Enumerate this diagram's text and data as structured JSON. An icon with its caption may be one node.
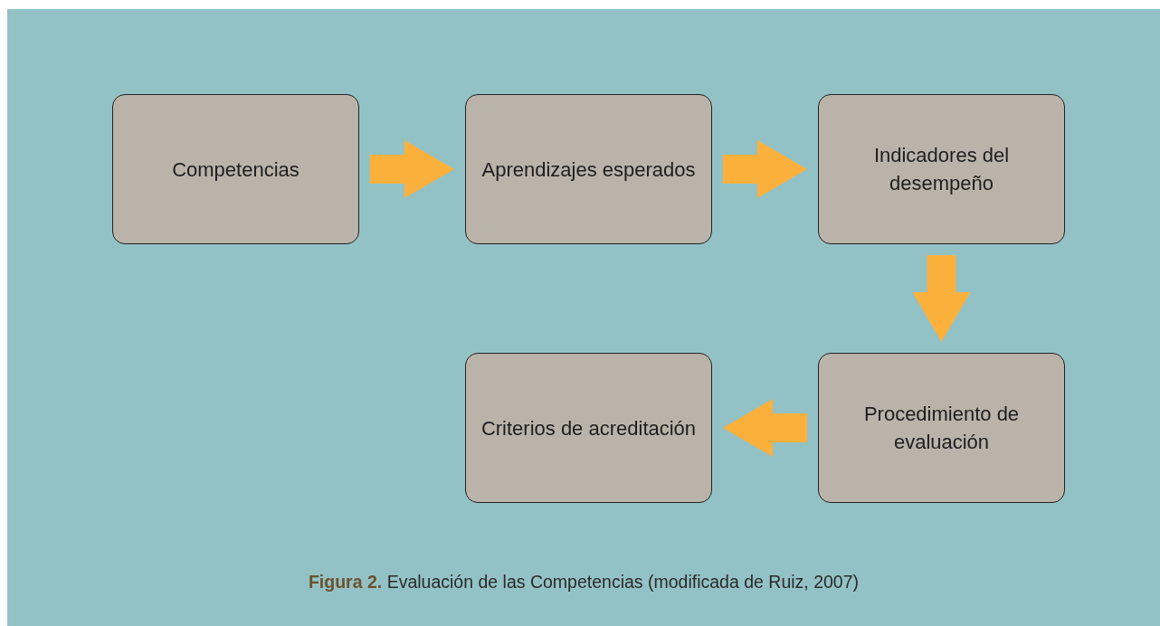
{
  "diagram": {
    "caption": "**Figura 2.** Evaluación de las Competencias (modificada de Ruiz, 2007)",
    "nodes": [
      {
        "text": [
          "Competencias"
        ]
      },
      {
        "text": [
          "Aprendizajes esperados"
        ]
      },
      {
        "text": [
          "Indicadores del desempeño"
        ]
      },
      {
        "text": [
          "Criterios de acreditación"
        ]
      },
      {
        "text": [
          "Procedimiento de evaluación"
        ]
      }
    ],
    "edges": [
      {
        "from": 0,
        "to": 1,
        "arrow": "to"
      },
      {
        "from": 1,
        "to": 2,
        "arrow": "to"
      },
      {
        "from": 2,
        "to": 4,
        "arrow": "to"
      },
      {
        "from": 4,
        "to": 3,
        "arrow": "to"
      }
    ]
  }
}
